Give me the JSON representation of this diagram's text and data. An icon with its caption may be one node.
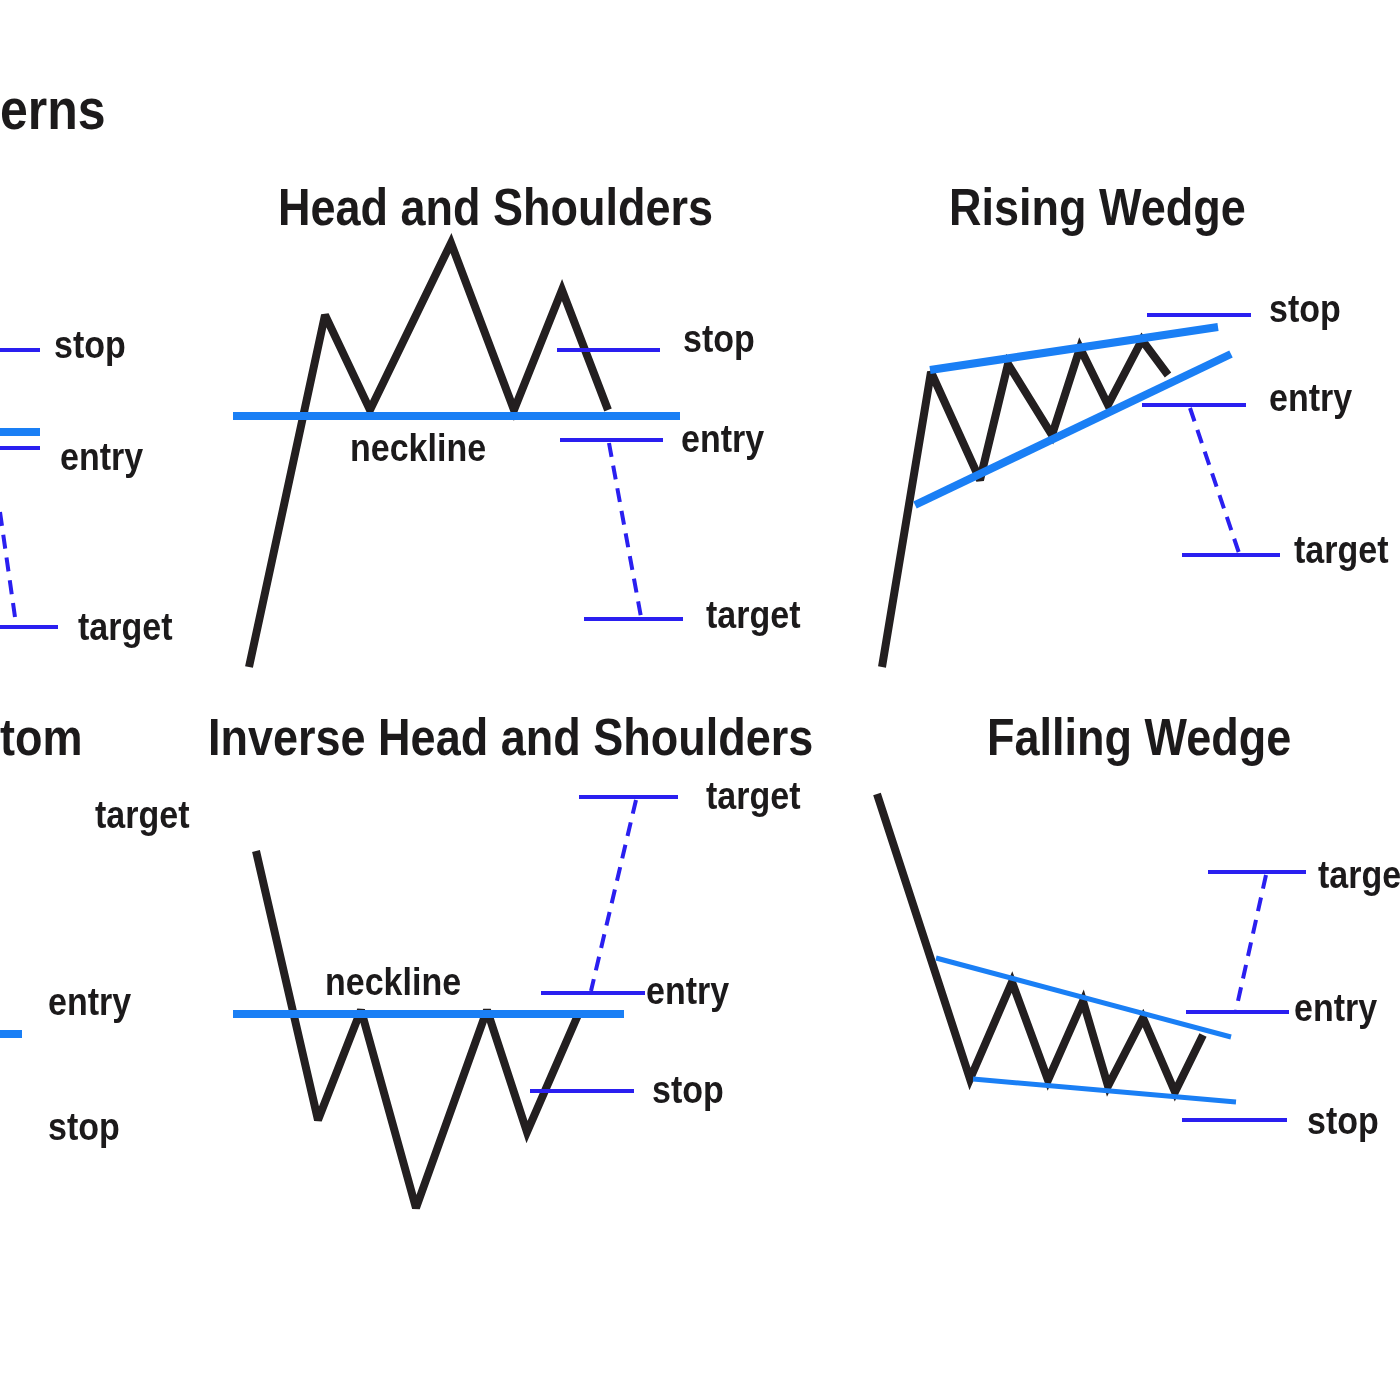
{
  "diagram": {
    "title": "erns",
    "labels": [
      "stop",
      "entry",
      "target",
      "Head and Shoulders",
      "stop",
      "neckline",
      "entry",
      "target",
      "Rising Wedge",
      "stop",
      "entry",
      "target",
      "tom",
      "target",
      "entry",
      "stop",
      "Inverse Head and Shoulders",
      "target",
      "neckline",
      "entry",
      "stop",
      "Falling Wedge",
      "targe",
      "entry",
      "stop"
    ]
  }
}
